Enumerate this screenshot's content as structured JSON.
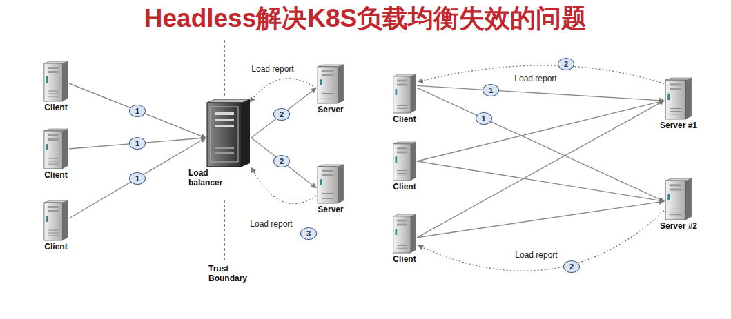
{
  "diagram": {
    "title": "Headless解决K8S负载均衡失效的问题",
    "nodes": [
      {
        "text": [
          "Client"
        ]
      },
      {
        "text": [
          "Client"
        ]
      },
      {
        "text": [
          "Client"
        ]
      },
      {
        "text": [
          "Load balancer"
        ]
      },
      {
        "text": [
          "Server"
        ]
      },
      {
        "text": [
          "Server"
        ]
      },
      {
        "text": [
          "Client"
        ]
      },
      {
        "text": [
          "Client"
        ]
      },
      {
        "text": [
          "Client"
        ]
      },
      {
        "text": [
          "Server #1"
        ]
      },
      {
        "text": [
          "Server #2"
        ]
      }
    ],
    "edges": [
      {
        "from": 0,
        "to": 3,
        "arrow": "to",
        "label": "1"
      },
      {
        "from": 1,
        "to": 3,
        "arrow": "to",
        "label": "1"
      },
      {
        "from": 2,
        "to": 3,
        "arrow": "to",
        "label": "1"
      },
      {
        "from": 3,
        "to": 4,
        "arrow": "to",
        "label": "2"
      },
      {
        "from": 3,
        "to": 5,
        "arrow": "to",
        "label": "2"
      },
      {
        "from": 4,
        "to": 3,
        "arrow": "to",
        "label": "Load report"
      },
      {
        "from": 5,
        "to": 3,
        "arrow": "to",
        "label": "Load report"
      },
      {
        "from": 6,
        "to": 9,
        "arrow": "to",
        "label": "1"
      },
      {
        "from": 6,
        "to": 10,
        "arrow": "to",
        "label": "1"
      },
      {
        "from": 7,
        "to": 9,
        "arrow": "to"
      },
      {
        "from": 7,
        "to": 10,
        "arrow": "to"
      },
      {
        "from": 8,
        "to": 9,
        "arrow": "to"
      },
      {
        "from": 8,
        "to": 10,
        "arrow": "to"
      },
      {
        "from": 9,
        "to": 6,
        "arrow": "to",
        "label": "Load report"
      },
      {
        "from": 10,
        "to": 8,
        "arrow": "to",
        "label": "Load report"
      }
    ],
    "labels": [
      "Trust Boundary",
      "3",
      "2",
      "2"
    ]
  }
}
